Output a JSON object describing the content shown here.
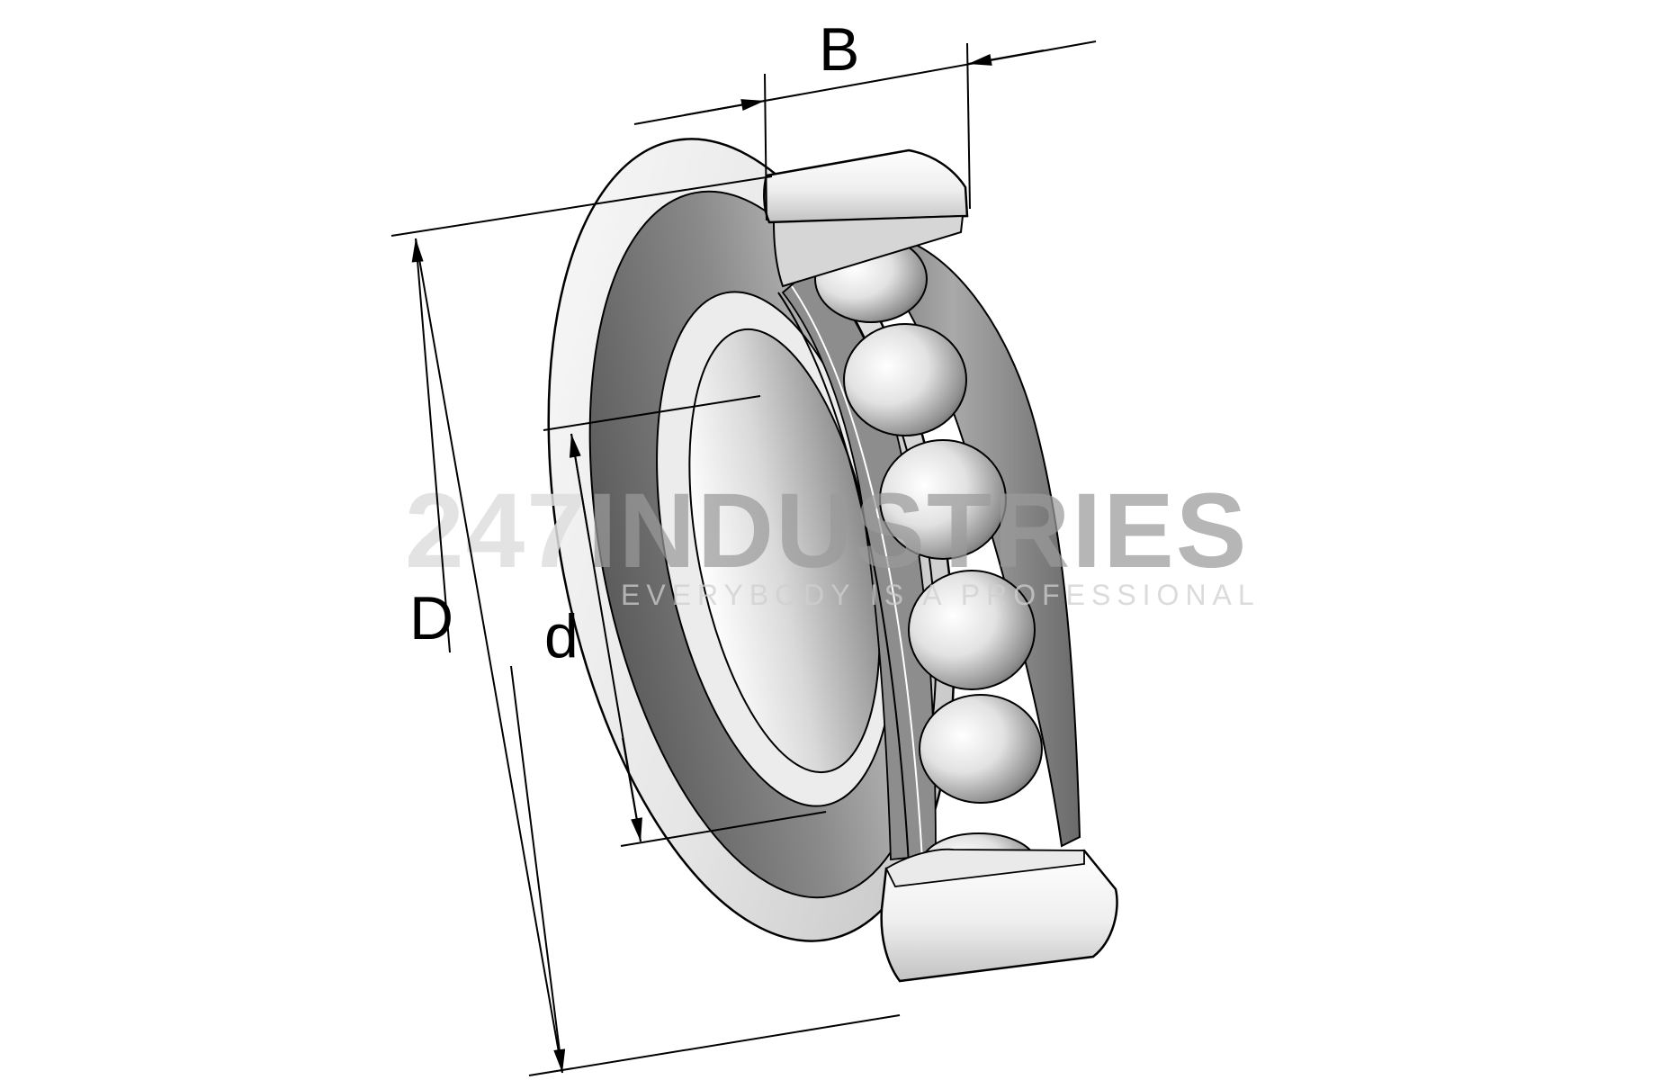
{
  "dimensions": {
    "outer_diameter_label": "D",
    "bore_diameter_label": "d",
    "width_label": "B"
  },
  "watermark": {
    "brand_prefix": "247",
    "brand_name": "INDUSTRIES",
    "tagline": "EVERYBODY IS A PROFESSIONAL"
  },
  "colors": {
    "line": "#000000",
    "watermark_dark": "#9a9a9a",
    "watermark_light": "#dedede",
    "steel_light": "#f4f4f4",
    "steel_mid": "#b4b4b4",
    "steel_dark": "#6e6e6e"
  }
}
